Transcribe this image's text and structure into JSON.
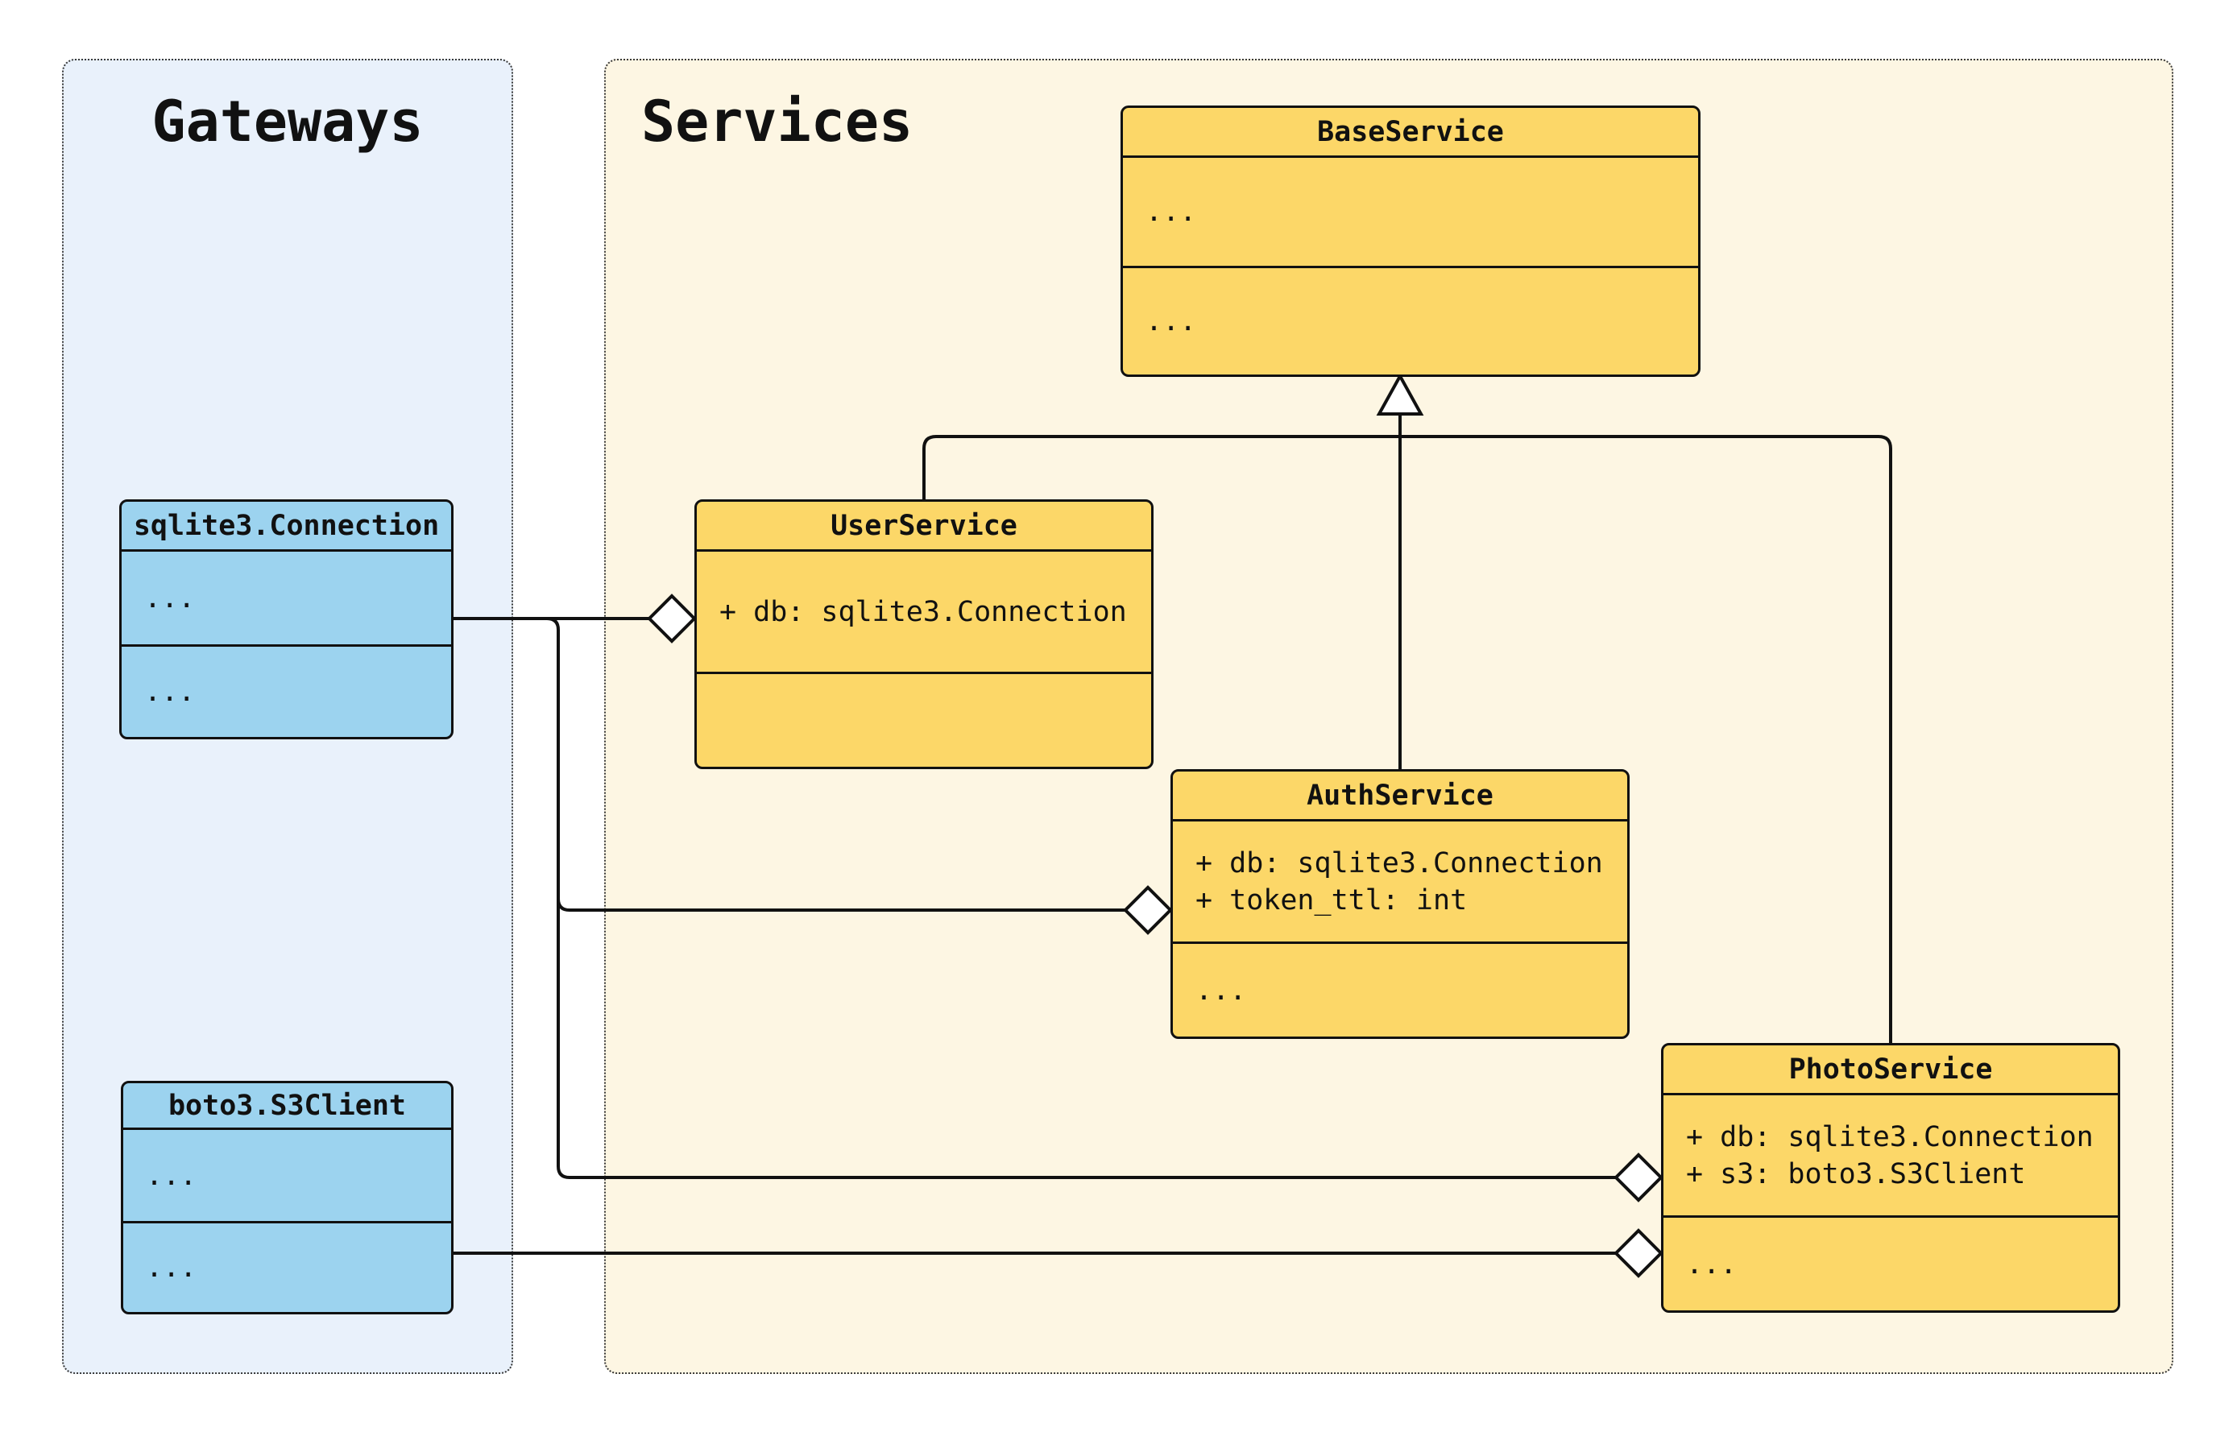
{
  "diagram": {
    "type": "uml-class-diagram",
    "panels": {
      "gateways": {
        "title": "Gateways"
      },
      "services": {
        "title": "Services"
      }
    },
    "classes": {
      "base": {
        "name": "BaseService",
        "attrs": [
          "..."
        ],
        "methods": [
          "..."
        ]
      },
      "user": {
        "name": "UserService",
        "attrs": [
          "+ db: sqlite3.Connection"
        ],
        "methods": []
      },
      "auth": {
        "name": "AuthService",
        "attrs": [
          "+ db: sqlite3.Connection",
          "+ token_ttl: int"
        ],
        "methods": [
          "..."
        ]
      },
      "photo": {
        "name": "PhotoService",
        "attrs": [
          "+ db: sqlite3.Connection",
          "+ s3: boto3.S3Client"
        ],
        "methods": [
          "..."
        ]
      },
      "sqlite": {
        "name": "sqlite3.Connection",
        "attrs": [
          "..."
        ],
        "methods": [
          "..."
        ]
      },
      "boto": {
        "name": "boto3.S3Client",
        "attrs": [
          "..."
        ],
        "methods": [
          "..."
        ]
      }
    },
    "relationships": [
      {
        "type": "inheritance",
        "from": "UserService",
        "to": "BaseService"
      },
      {
        "type": "inheritance",
        "from": "AuthService",
        "to": "BaseService"
      },
      {
        "type": "inheritance",
        "from": "PhotoService",
        "to": "BaseService"
      },
      {
        "type": "aggregation",
        "from": "UserService",
        "to": "sqlite3.Connection"
      },
      {
        "type": "aggregation",
        "from": "AuthService",
        "to": "sqlite3.Connection"
      },
      {
        "type": "aggregation",
        "from": "PhotoService",
        "to": "sqlite3.Connection"
      },
      {
        "type": "aggregation",
        "from": "PhotoService",
        "to": "boto3.S3Client"
      }
    ],
    "colors": {
      "gateway_class_fill": "#9cd3ef",
      "service_class_fill": "#fcd768",
      "gateways_panel_bg": "#e9f1fb",
      "services_panel_bg": "#fdf6e3",
      "line": "#111111",
      "page_bg": "#ffffff"
    }
  }
}
